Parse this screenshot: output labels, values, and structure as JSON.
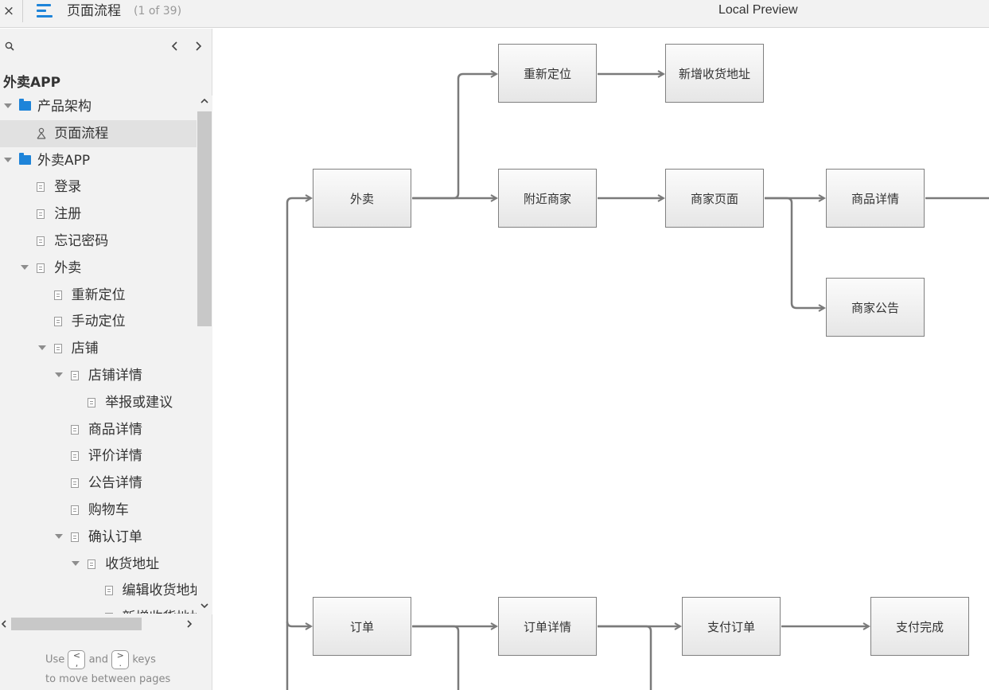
{
  "topbar": {
    "close_label": "×",
    "page_title": "页面流程",
    "page_count": "(1 of 39)",
    "preview_title": "Local Preview"
  },
  "sidebar": {
    "prev_label": "‹",
    "next_label": "›",
    "project_title": "外卖APP",
    "tree": [
      {
        "label": "产品架构",
        "type": "folder",
        "expanded": true
      },
      {
        "label": "页面流程",
        "type": "flow",
        "selected": true
      },
      {
        "label": "外卖APP",
        "type": "folder",
        "expanded": true
      },
      {
        "label": "登录",
        "type": "page"
      },
      {
        "label": "注册",
        "type": "page"
      },
      {
        "label": "忘记密码",
        "type": "page"
      },
      {
        "label": "外卖",
        "type": "page",
        "expanded": true
      },
      {
        "label": "重新定位",
        "type": "page"
      },
      {
        "label": "手动定位",
        "type": "page"
      },
      {
        "label": "店铺",
        "type": "page",
        "expanded": true
      },
      {
        "label": "店铺详情",
        "type": "page",
        "expanded": true
      },
      {
        "label": "举报或建议",
        "type": "page"
      },
      {
        "label": "商品详情",
        "type": "page"
      },
      {
        "label": "评价详情",
        "type": "page"
      },
      {
        "label": "公告详情",
        "type": "page"
      },
      {
        "label": "购物车",
        "type": "page"
      },
      {
        "label": "确认订单",
        "type": "page",
        "expanded": true
      },
      {
        "label": "收货地址",
        "type": "page",
        "expanded": true
      },
      {
        "label": "编辑收货地址",
        "type": "page"
      },
      {
        "label": "新增收货地址",
        "type": "page"
      }
    ],
    "hint": {
      "use": "Use",
      "and": "and",
      "keys": "keys",
      "line2": "to move between pages",
      "key_prev": "<\n,",
      "key_next": ">\n."
    }
  },
  "flow": {
    "boxes": {
      "waimai": "外卖",
      "chongxin": "重新定位",
      "xinzeng": "新增收货地址",
      "fujin": "附近商家",
      "shangjia": "商家页面",
      "shangpin": "商品详情",
      "gonggao": "商家公告",
      "dingdan": "订单",
      "xiangqing": "订单详情",
      "zhifu": "支付订单",
      "wancheng": "支付完成"
    }
  },
  "colors": {
    "accent": "#1e84d9",
    "sidebar_bg": "#f2f2f2",
    "connector": "#808080"
  }
}
